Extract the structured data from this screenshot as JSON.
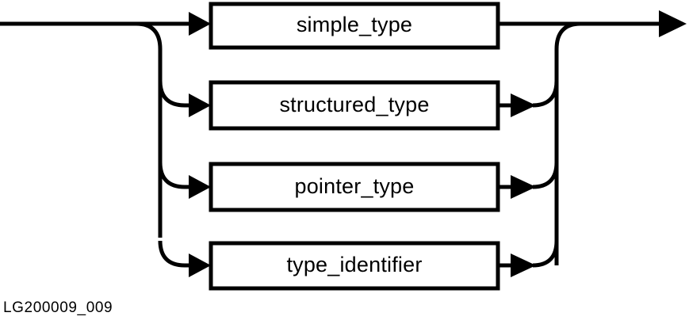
{
  "diagram": {
    "kind": "railroad-syntax-diagram",
    "caption": "LG200009_009",
    "line_color": "#000000",
    "background_color": "#ffffff",
    "box_fill": "#ffffff",
    "entry_label": "",
    "exit_label": "",
    "alternatives": [
      {
        "id": "simple-type",
        "label": "simple_type"
      },
      {
        "id": "structured-type",
        "label": "structured_type"
      },
      {
        "id": "pointer-type",
        "label": "pointer_type"
      },
      {
        "id": "type-identifier",
        "label": "type_identifier"
      }
    ]
  }
}
